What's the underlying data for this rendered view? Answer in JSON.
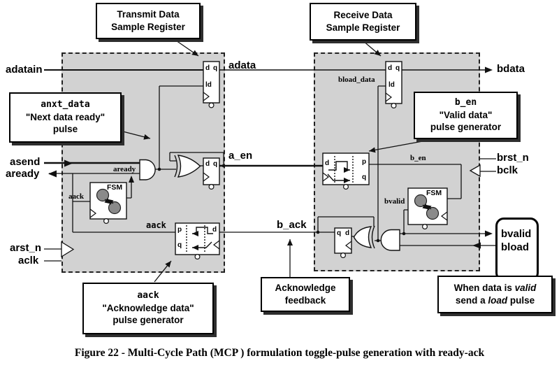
{
  "caption": "Figure 22 - Multi-Cycle Path (MCP ) formulation toggle-pulse generation with ready-ack",
  "labels": {
    "adatain": "adatain",
    "adata": "adata",
    "bdata": "bdata",
    "bload_data": "bload_data",
    "asend": "asend",
    "aready_port": "aready",
    "aready_net": "aready",
    "aack_net": "aack",
    "aack_gen": "aack",
    "a_en": "a_en",
    "b_en_net": "b_en",
    "b_ack": "b_ack",
    "brst_n": "brst_n",
    "bclk": "bclk",
    "arst_n": "arst_n",
    "aclk": "aclk",
    "bvalid_net": "bvalid",
    "bvalid_port": "bvalid",
    "bload_port": "bload",
    "fsm": "FSM"
  },
  "pins": {
    "d": "d",
    "q": "q",
    "ld": "ld",
    "p": "p"
  },
  "callouts": {
    "transmit": {
      "line1": "Transmit Data",
      "line2": "Sample Register"
    },
    "receive": {
      "line1": "Receive Data",
      "line2": "Sample Register"
    },
    "anxt": {
      "line1": "anxt_data",
      "line2": "\"Next data ready\"",
      "line3": "pulse"
    },
    "ben": {
      "line1": "b_en",
      "line2": "\"Valid data\"",
      "line3": "pulse generator"
    },
    "aack": {
      "line1": "aack",
      "line2": "\"Acknowledge data\"",
      "line3": "pulse generator"
    },
    "ackfb": {
      "line1": "Acknowledge",
      "line2": "feedback"
    },
    "whenvalid": {
      "line1": "When data is *valid*",
      "line2": "send a *load* pulse"
    }
  },
  "colors": {
    "domain_fill": "#d2d2d2",
    "line": "#111111",
    "fsm_state_fill": "#8a8a8a",
    "callout_shadow": "#2e2e2e"
  }
}
